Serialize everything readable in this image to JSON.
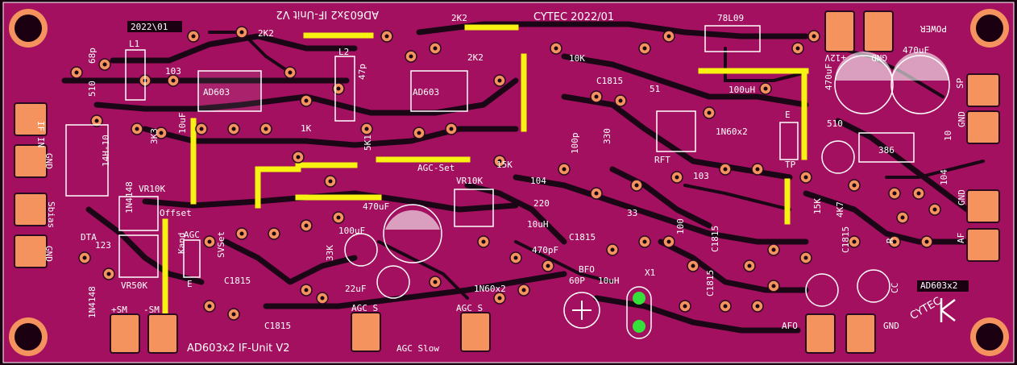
{
  "board": {
    "title_top": "AD603x2 IF-Unit V2",
    "brand_date": "CYTEC 2022/01",
    "title_bottom": "AD603x2 IF-Unit V2",
    "code_label": "2022\\01",
    "logo_text": "CYTEC",
    "logo_sub": "AD603x2",
    "colors": {
      "substrate": "#a3105f",
      "copper_pad": "#f4935e",
      "jumper": "#f7f212",
      "silkscreen": "#ffffff",
      "led": "#35e03a"
    }
  },
  "connectors": {
    "left_top": "IF IN",
    "left_gnd": "GND",
    "left_mid": "Sbias",
    "left_bot": "GND",
    "right_sp": "SP",
    "right_gnd1": "GND",
    "right_gnd2": "GND",
    "right_af": "AF",
    "power": "POWER",
    "plus12": "+12V",
    "gnd_top": "GND",
    "plus_sm": "+SM",
    "minus_sm": "-SM",
    "agc_s1": "AGC S",
    "agc_s2": "AGC S",
    "agc_slow": "AGC Slow",
    "afo": "AFO",
    "gnd_afo": "GND"
  },
  "components": {
    "vr10k_a": "VR10K",
    "vr50k": "VR50K",
    "vr10k_b": "VR10K",
    "c1815_a": "C1815",
    "c1815_b": "C1815",
    "c1815_c": "C1815",
    "c1815_d": "C1815",
    "c1815_e": "C1815",
    "c1815_f": "C1815",
    "c1815_g": "C1815",
    "ic386": "386",
    "reg": "78L09",
    "l1": "L1",
    "l2": "L2",
    "r510a": "510",
    "r510b": "510",
    "c68p": "68p",
    "c103a": "103",
    "c10uf": "10uF",
    "c470uf_a": "470uF",
    "c470uf_b": "470uF",
    "c470uf_c": "470uF",
    "c100uf": "100uF",
    "c22uf": "22uF",
    "r2k2a": "2K2",
    "r2k2b": "2K2",
    "r2k2c": "2K2",
    "r10k": "10K",
    "r51": "51",
    "l100uh": "100uH",
    "d1n60": "1N60x2",
    "d1n60b": "1N60x2",
    "d1n148a": "1N4148",
    "d1n148b": "1N4148",
    "rft": "RFT",
    "tp": "TP",
    "r15k": "15K",
    "r4k7": "4K7",
    "r33k": "33K",
    "r220": "220",
    "l10uh": "10uH",
    "c470pf": "470pF",
    "c100p": "100p",
    "r330": "330",
    "r33": "33",
    "c104": "104",
    "x1": "X1",
    "bfo": "BFO",
    "c60p": "60P",
    "l10uh_b": "10uH",
    "agcset": "AGC-Set",
    "agc": "AGC",
    "offset": "Offset",
    "dta": "DTA",
    "n123": "123",
    "kand": "Kand",
    "svset": "SVSet",
    "vr_e": "E",
    "cc": "CC",
    "r": "R",
    "ad603": "AD603",
    "ad603b": "AD603",
    "r1k": "1K",
    "r5k1": "5K1",
    "r3k3": "3K3",
    "e1": "E",
    "r100": "100",
    "c47p": "47p",
    "r10": "10",
    "c104b": "104",
    "c103b": "103",
    "l78": "78L09",
    "l14h": "14H-10"
  }
}
